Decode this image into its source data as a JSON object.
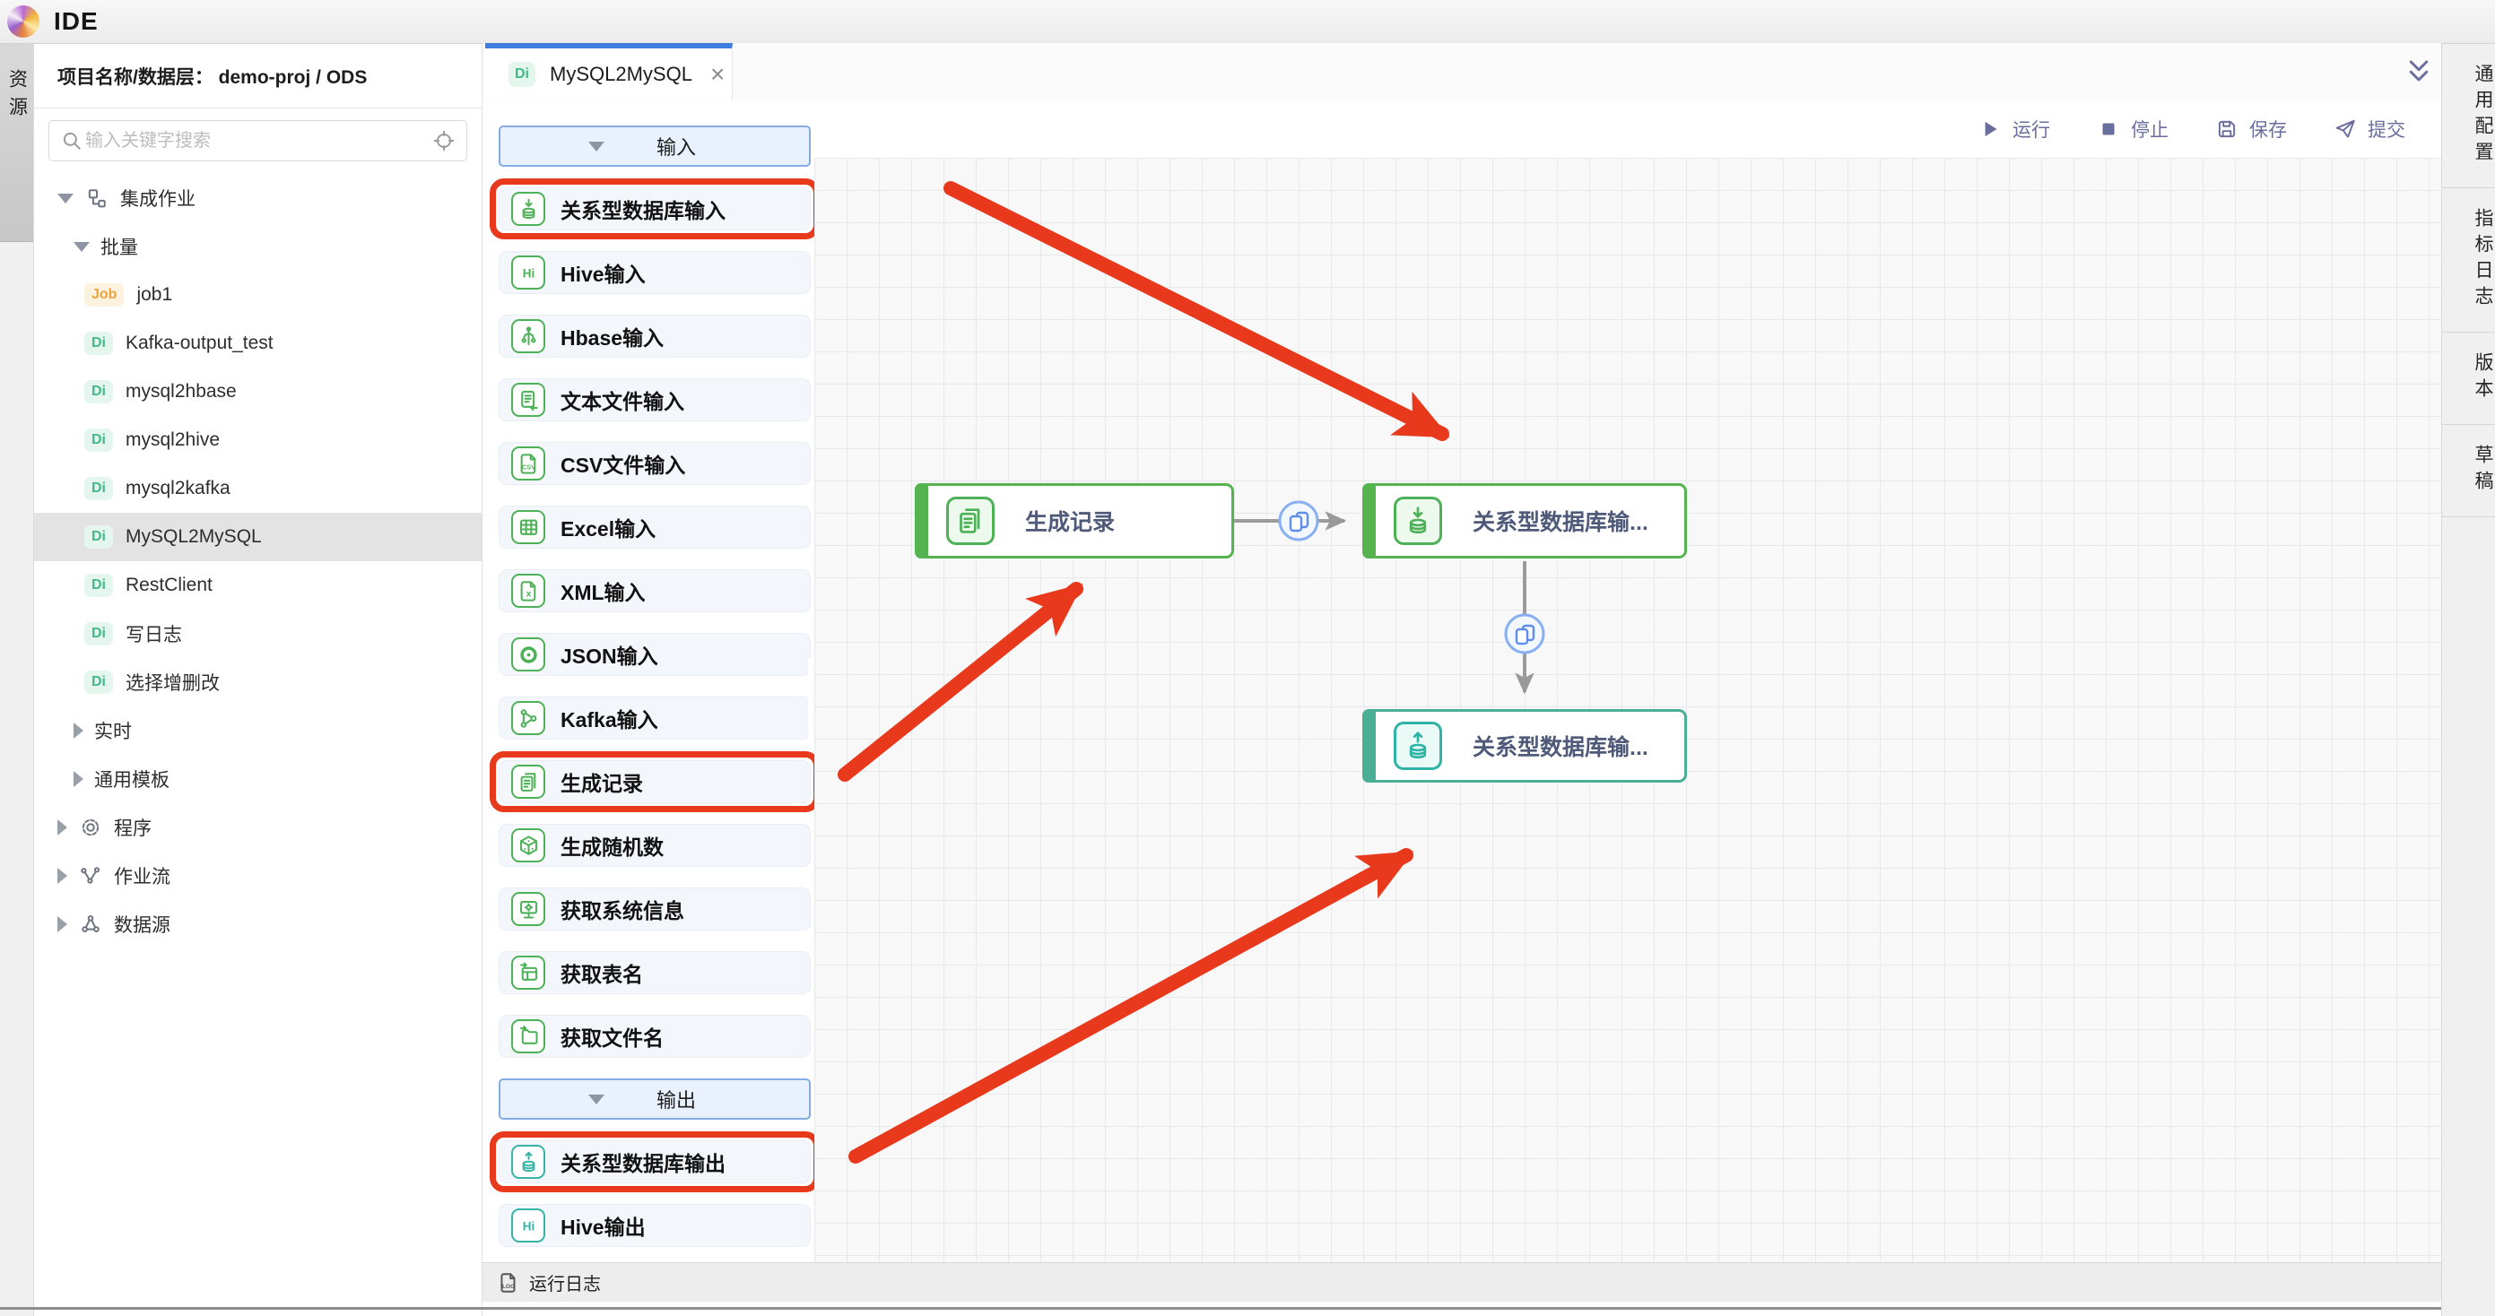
{
  "header": {
    "app_title": "IDE"
  },
  "activity_bar": {
    "active_tab": "资源"
  },
  "explorer": {
    "title": "项目名称/数据层：  demo-proj / ODS",
    "search_placeholder": "输入关键字搜索",
    "tree": [
      {
        "label": "集成作业",
        "level": 1,
        "state": "expanded",
        "icon": "sitemap"
      },
      {
        "label": "批量",
        "level": 2,
        "state": "expanded"
      },
      {
        "label": "job1",
        "level": 3,
        "badge": "Job"
      },
      {
        "label": "Kafka-output_test",
        "level": 3,
        "badge": "Di"
      },
      {
        "label": "mysql2hbase",
        "level": 3,
        "badge": "Di"
      },
      {
        "label": "mysql2hive",
        "level": 3,
        "badge": "Di"
      },
      {
        "label": "mysql2kafka",
        "level": 3,
        "badge": "Di"
      },
      {
        "label": "MySQL2MySQL",
        "level": 3,
        "badge": "Di",
        "selected": true
      },
      {
        "label": "RestClient",
        "level": 3,
        "badge": "Di"
      },
      {
        "label": "写日志",
        "level": 3,
        "badge": "Di"
      },
      {
        "label": "选择增删改",
        "level": 3,
        "badge": "Di"
      },
      {
        "label": "实时",
        "level": 2,
        "state": "collapsed"
      },
      {
        "label": "通用模板",
        "level": 2,
        "state": "collapsed"
      },
      {
        "label": "程序",
        "level": 1,
        "state": "collapsed",
        "icon": "gear"
      },
      {
        "label": "作业流",
        "level": 1,
        "state": "collapsed",
        "icon": "workflow"
      },
      {
        "label": "数据源",
        "level": 1,
        "state": "collapsed",
        "icon": "datasource"
      }
    ]
  },
  "tabbar": {
    "tab_badge": "Di",
    "tab_label": "MySQL2MySQL",
    "close_glyph": "×"
  },
  "toolbar": {
    "run": "运行",
    "stop": "停止",
    "save": "保存",
    "submit": "提交"
  },
  "right_sidebar": {
    "items": [
      "通用配置",
      "指标日志",
      "版本",
      "草稿"
    ]
  },
  "palette": {
    "sections": [
      {
        "header": "输入",
        "icon_color": "#4db157",
        "items": [
          {
            "label": "关系型数据库输入",
            "icon": "db-input-icon",
            "highlighted": true
          },
          {
            "label": "Hive输入",
            "icon": "hive-icon"
          },
          {
            "label": "Hbase输入",
            "icon": "hbase-icon"
          },
          {
            "label": "文本文件输入",
            "icon": "text-file-icon"
          },
          {
            "label": "CSV文件输入",
            "icon": "csv-file-icon"
          },
          {
            "label": "Excel输入",
            "icon": "excel-icon"
          },
          {
            "label": "XML输入",
            "icon": "xml-icon"
          },
          {
            "label": "JSON输入",
            "icon": "json-icon"
          },
          {
            "label": "Kafka输入",
            "icon": "kafka-icon"
          },
          {
            "label": "生成记录",
            "icon": "records-icon",
            "highlighted": true
          },
          {
            "label": "生成随机数",
            "icon": "dice-icon"
          },
          {
            "label": "获取系统信息",
            "icon": "system-info-icon"
          },
          {
            "label": "获取表名",
            "icon": "table-name-icon"
          },
          {
            "label": "获取文件名",
            "icon": "file-name-icon"
          }
        ]
      },
      {
        "header": "输出",
        "icon_color": "#35b3a7",
        "items": [
          {
            "label": "关系型数据库输出",
            "icon": "db-output-icon",
            "highlighted": true
          },
          {
            "label": "Hive输出",
            "icon": "hive-icon"
          }
        ]
      }
    ]
  },
  "canvas": {
    "nodes": [
      {
        "label": "生成记录",
        "icon": "records-icon"
      },
      {
        "label": "关系型数据库输...",
        "icon": "db-input-icon"
      },
      {
        "label": "关系型数据库输...",
        "icon": "db-output-icon"
      }
    ]
  },
  "status_bar": {
    "log_label": "运行日志"
  },
  "colors": {
    "accent_blue": "#3d7de2",
    "input_green": "#4db157",
    "output_teal": "#35b3a7",
    "node_green": "#55b44f",
    "node_teal": "#49ae94",
    "annotation_red": "#e8391c",
    "toolbar_slate": "#6a6e9d"
  }
}
